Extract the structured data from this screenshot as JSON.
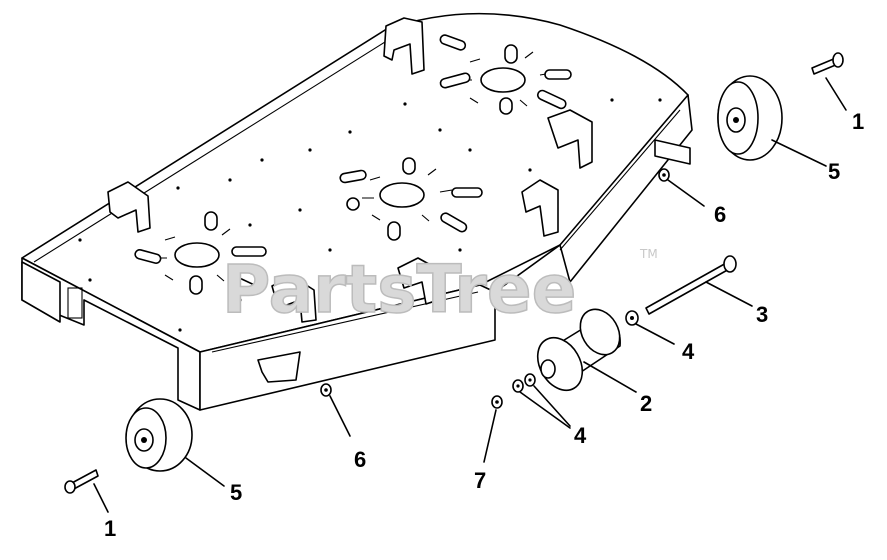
{
  "watermark": {
    "text": "PartsTree",
    "trademark": "TM"
  },
  "callouts": [
    {
      "id": "c-1-top",
      "label": "1"
    },
    {
      "id": "c-5-top",
      "label": "5"
    },
    {
      "id": "c-6-right",
      "label": "6"
    },
    {
      "id": "c-3",
      "label": "3"
    },
    {
      "id": "c-4-upper",
      "label": "4"
    },
    {
      "id": "c-2",
      "label": "2"
    },
    {
      "id": "c-4-lower",
      "label": "4"
    },
    {
      "id": "c-7",
      "label": "7"
    },
    {
      "id": "c-6-bottom",
      "label": "6"
    },
    {
      "id": "c-5-bottom",
      "label": "5"
    },
    {
      "id": "c-1-bottom",
      "label": "1"
    }
  ]
}
